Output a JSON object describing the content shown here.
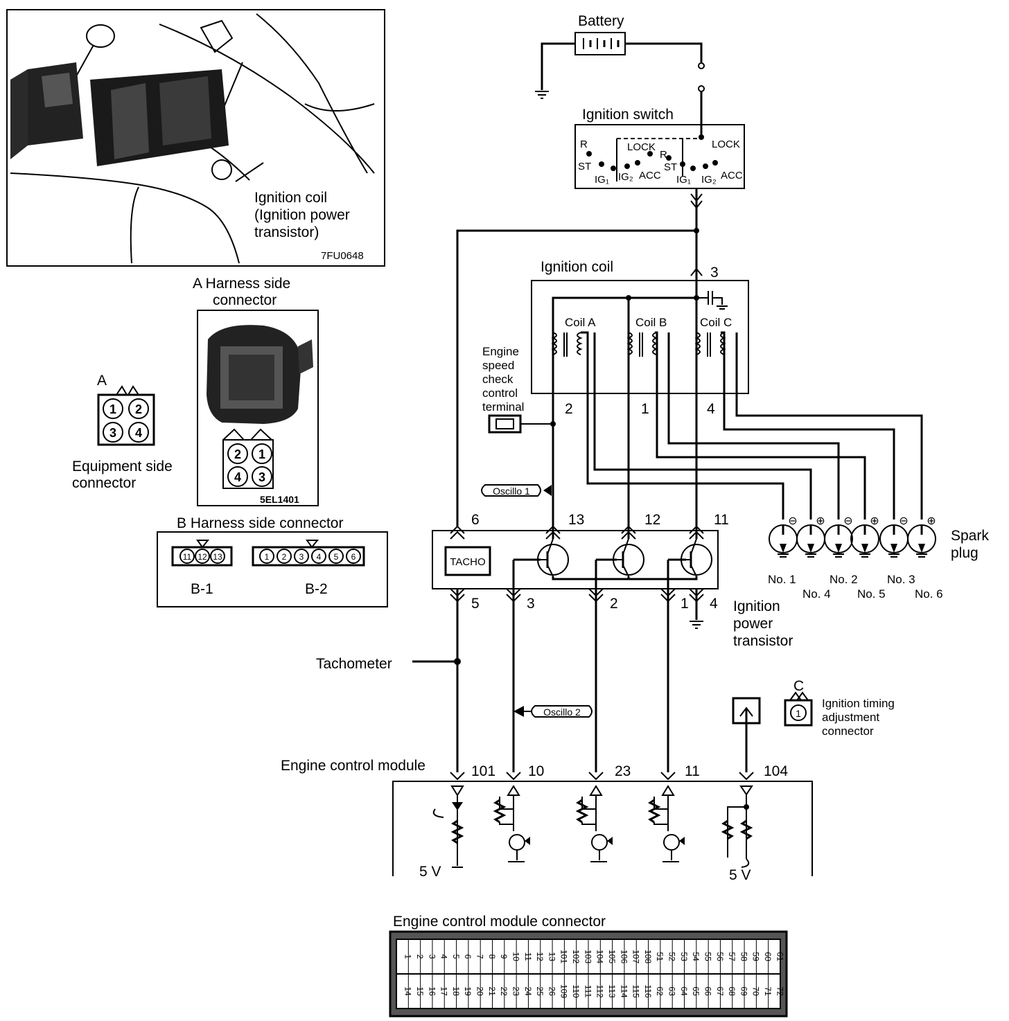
{
  "photo": {
    "part_label": [
      "Ignition coil",
      "(Ignition power",
      "transistor)"
    ],
    "code": "7FU0648"
  },
  "connector_a": {
    "title": [
      "A  Harness  side",
      "connector"
    ],
    "code": "5EL1401",
    "harness_pins": [
      "2",
      "1",
      "4",
      "3"
    ],
    "equipment_letter": "A",
    "equipment_pins": [
      "1",
      "2",
      "3",
      "4"
    ],
    "equipment_label": [
      "Equipment side",
      "connector"
    ]
  },
  "connector_b": {
    "title": "B Harness side connector",
    "b1_pins": [
      "11",
      "12",
      "13"
    ],
    "b2_pins": [
      "1",
      "2",
      "3",
      "4",
      "5",
      "6"
    ],
    "b1_label": "B-1",
    "b2_label": "B-2"
  },
  "battery": {
    "label": "Battery"
  },
  "ignition_switch": {
    "title": "Ignition switch",
    "positions_left": [
      "R",
      "ST",
      "IG₁",
      "IG₂",
      "ACC",
      "LOCK"
    ],
    "positions_right": [
      "R",
      "ST",
      "IG₁",
      "IG₂",
      "ACC",
      "LOCK"
    ]
  },
  "ignition_coil": {
    "title": "Ignition coil",
    "coils": [
      "Coil A",
      "Coil B",
      "Coil C"
    ],
    "pin_top": "3",
    "pins_bottom": [
      "2",
      "1",
      "4"
    ]
  },
  "engine_speed_terminal": {
    "label": [
      "Engine",
      "speed",
      "check",
      "control",
      "terminal"
    ]
  },
  "oscillo": [
    "Oscillo 1",
    "Oscillo 2"
  ],
  "power_transistor": {
    "pins_top": [
      "6",
      "13",
      "12",
      "11"
    ],
    "pins_bottom": [
      "5",
      "3",
      "2",
      "1",
      "4"
    ],
    "tacho": "TACHO",
    "label": [
      "Ignition",
      "power",
      "transistor"
    ]
  },
  "spark_plug": {
    "label": [
      "Spark",
      "plug"
    ],
    "numbers_top": [
      "No. 1",
      "No. 2",
      "No. 3"
    ],
    "numbers_bottom": [
      "No. 4",
      "No. 5",
      "No. 6"
    ],
    "polarity": [
      "⊖",
      "⊕",
      "⊖",
      "⊕",
      "⊖",
      "⊕"
    ]
  },
  "tachometer": {
    "label": "Tachometer"
  },
  "connector_c": {
    "letter": "C",
    "pin": "1",
    "label": [
      "Ignition timing",
      "adjustment",
      "connector"
    ]
  },
  "ecm": {
    "title": "Engine control module",
    "pins": [
      "101",
      "10",
      "23",
      "11",
      "104"
    ],
    "voltage_left": "5 V",
    "voltage_right": "5 V"
  },
  "ecm_connector": {
    "title": "Engine control module connector",
    "row_top": [
      "1",
      "2",
      "3",
      "4",
      "5",
      "6",
      "7",
      "8",
      "9",
      "10",
      "11",
      "12",
      "13",
      "101",
      "102",
      "103",
      "104",
      "105",
      "106",
      "107",
      "108",
      "51",
      "52",
      "53",
      "54",
      "55",
      "56",
      "57",
      "58",
      "59",
      "60",
      "61"
    ],
    "row_bottom": [
      "14",
      "15",
      "16",
      "17",
      "18",
      "19",
      "20",
      "21",
      "22",
      "23",
      "24",
      "25",
      "26",
      "109",
      "110",
      "111",
      "112",
      "113",
      "114",
      "115",
      "116",
      "62",
      "63",
      "64",
      "65",
      "66",
      "67",
      "68",
      "69",
      "70",
      "71",
      "72"
    ]
  }
}
